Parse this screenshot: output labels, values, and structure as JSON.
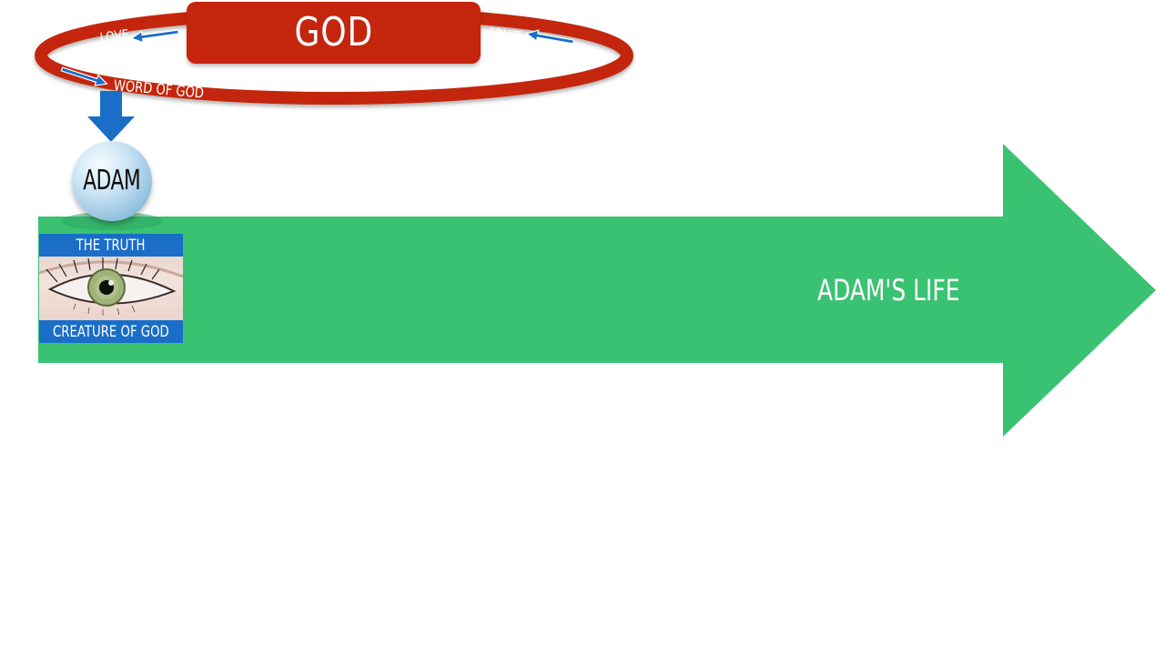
{
  "diagram": {
    "god_label": "GOD",
    "ring_labels": {
      "love": "LOVE",
      "fruit": "FRUIT",
      "word": "WORD OF GOD"
    },
    "adam_label": "ADAM",
    "truth_panel": {
      "title": "THE TRUTH",
      "caption": "CREATURE OF GOD"
    },
    "life_label": "ADAM'S LIFE"
  },
  "colors": {
    "god_red": "#c4250c",
    "ring_red": "#c4250c",
    "life_green": "#3ac273",
    "arrow_blue": "#1a6ec8",
    "sphere_blue": "#8fbfdf",
    "text_white": "#ffffff"
  },
  "icons": {
    "love_arrow": "left-arrow-icon",
    "fruit_arrow": "left-arrow-icon",
    "word_arrow": "right-arrow-icon",
    "down_arrow": "down-arrow-icon",
    "eye_image": "eye-icon"
  }
}
